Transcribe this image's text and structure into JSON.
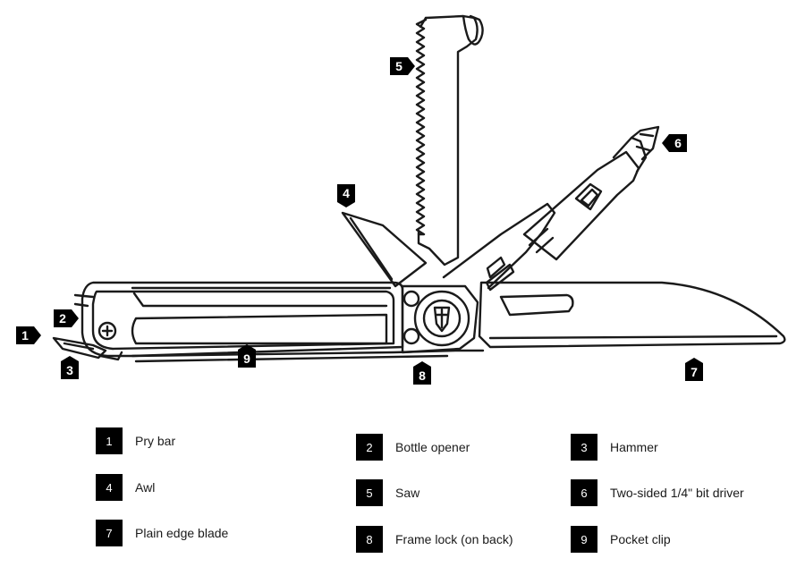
{
  "callouts": [
    {
      "number": "1",
      "label": "Pry bar"
    },
    {
      "number": "2",
      "label": "Bottle opener"
    },
    {
      "number": "3",
      "label": "Hammer"
    },
    {
      "number": "4",
      "label": "Awl"
    },
    {
      "number": "5",
      "label": "Saw"
    },
    {
      "number": "6",
      "label": "Two-sided 1/4\" bit driver"
    },
    {
      "number": "7",
      "label": "Plain edge blade"
    },
    {
      "number": "8",
      "label": "Frame lock (on back)"
    },
    {
      "number": "9",
      "label": "Pocket clip"
    }
  ],
  "colors": {
    "ink": "#1a1a1a",
    "badge": "#000000",
    "badge_text": "#ffffff"
  }
}
